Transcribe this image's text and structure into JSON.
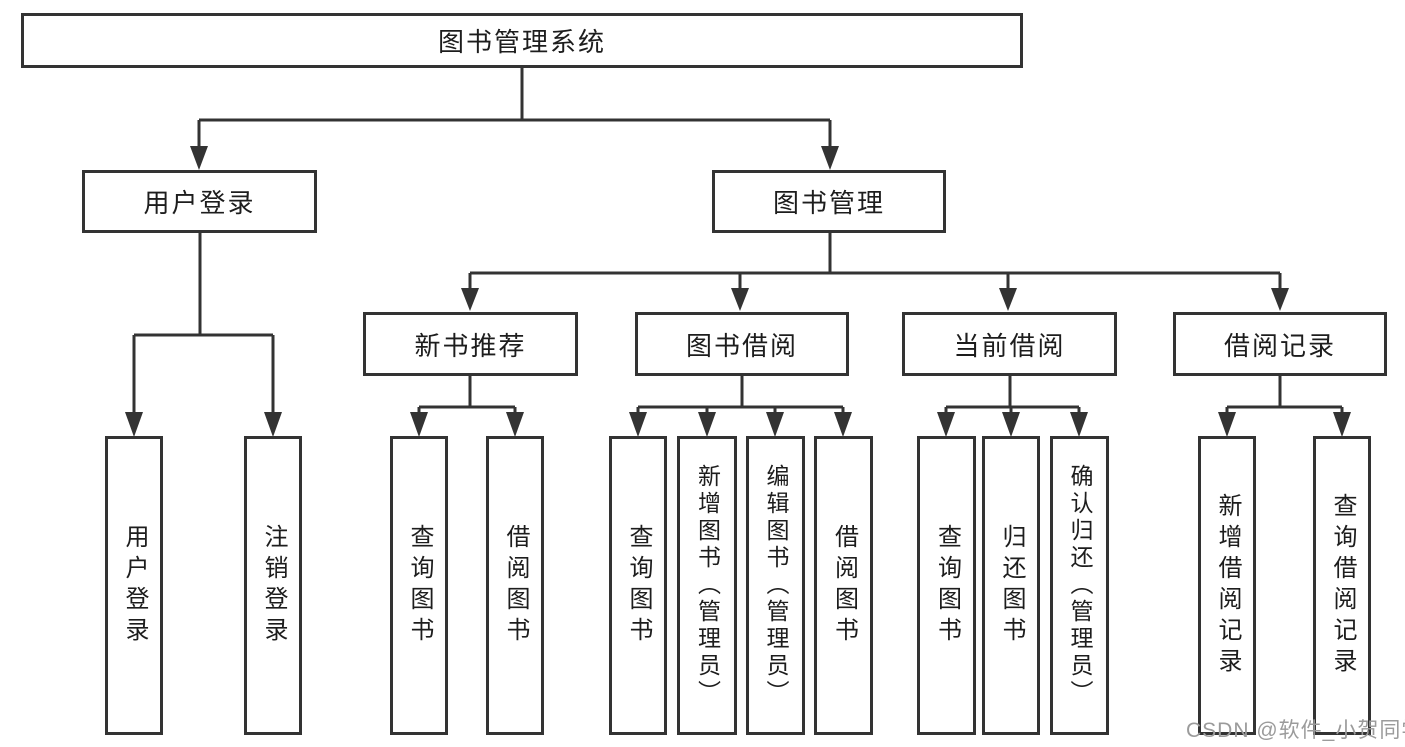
{
  "colors": {
    "line": "#333333",
    "box_border": "#333333",
    "box_fill": "#ffffff",
    "text": "#1d1d1d",
    "watermark": "#9b9b9b",
    "background": "#ffffff"
  },
  "nodes": {
    "root": "图书管理系统",
    "user_login": "用户登录",
    "book_management": "图书管理",
    "new_book_recommendation": "新书推荐",
    "book_borrowing": "图书借阅",
    "current_borrowing": "当前借阅",
    "borrowing_records": "借阅记录"
  },
  "leaves": {
    "user_login": "用户登录",
    "logout": "注销登录",
    "query_books_recommend": "查询图书",
    "borrow_books_recommend": "借阅图书",
    "query_books_borrowing": "查询图书",
    "add_books_admin": "新增图书（管理员）",
    "edit_books_admin": "编辑图书（管理员）",
    "borrow_books": "借阅图书",
    "query_books_current": "查询图书",
    "return_books": "归还图书",
    "confirm_return_admin": "确认归还（管理员）",
    "add_borrow_record": "新增借阅记录",
    "query_borrow_record": "查询借阅记录"
  },
  "watermark": "CSDN @软件_小贺同学"
}
